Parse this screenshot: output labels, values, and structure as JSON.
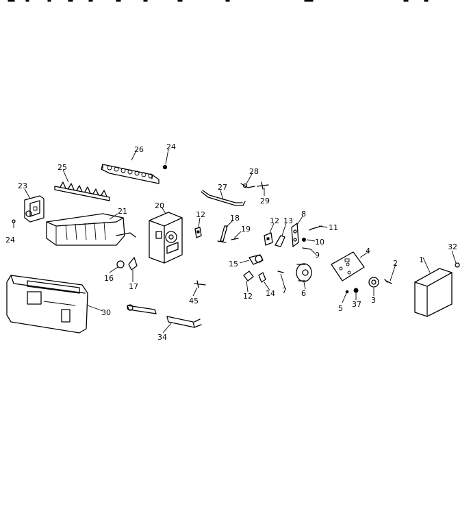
{
  "diagram": {
    "callouts": [
      {
        "key": "p1",
        "label": "1"
      },
      {
        "key": "p2",
        "label": "2"
      },
      {
        "key": "p3",
        "label": "3"
      },
      {
        "key": "p4",
        "label": "4"
      },
      {
        "key": "p5",
        "label": "5"
      },
      {
        "key": "p6",
        "label": "6"
      },
      {
        "key": "p7",
        "label": "7"
      },
      {
        "key": "p8",
        "label": "8"
      },
      {
        "key": "p9",
        "label": "9"
      },
      {
        "key": "p10",
        "label": "10"
      },
      {
        "key": "p11",
        "label": "11"
      },
      {
        "key": "p12a",
        "label": "12"
      },
      {
        "key": "p12b",
        "label": "12"
      },
      {
        "key": "p12c",
        "label": "12"
      },
      {
        "key": "p13",
        "label": "13"
      },
      {
        "key": "p14",
        "label": "14"
      },
      {
        "key": "p15",
        "label": "15"
      },
      {
        "key": "p16",
        "label": "16"
      },
      {
        "key": "p17",
        "label": "17"
      },
      {
        "key": "p18",
        "label": "18"
      },
      {
        "key": "p19",
        "label": "19"
      },
      {
        "key": "p20",
        "label": "20"
      },
      {
        "key": "p21",
        "label": "21"
      },
      {
        "key": "p23",
        "label": "23"
      },
      {
        "key": "p24a",
        "label": "24"
      },
      {
        "key": "p24b",
        "label": "24"
      },
      {
        "key": "p25",
        "label": "25"
      },
      {
        "key": "p26",
        "label": "26"
      },
      {
        "key": "p27",
        "label": "27"
      },
      {
        "key": "p28",
        "label": "28"
      },
      {
        "key": "p29",
        "label": "29"
      },
      {
        "key": "p30",
        "label": "30"
      },
      {
        "key": "p32",
        "label": "32"
      },
      {
        "key": "p34",
        "label": "34"
      },
      {
        "key": "p37",
        "label": "37"
      },
      {
        "key": "p45",
        "label": "45"
      }
    ]
  }
}
